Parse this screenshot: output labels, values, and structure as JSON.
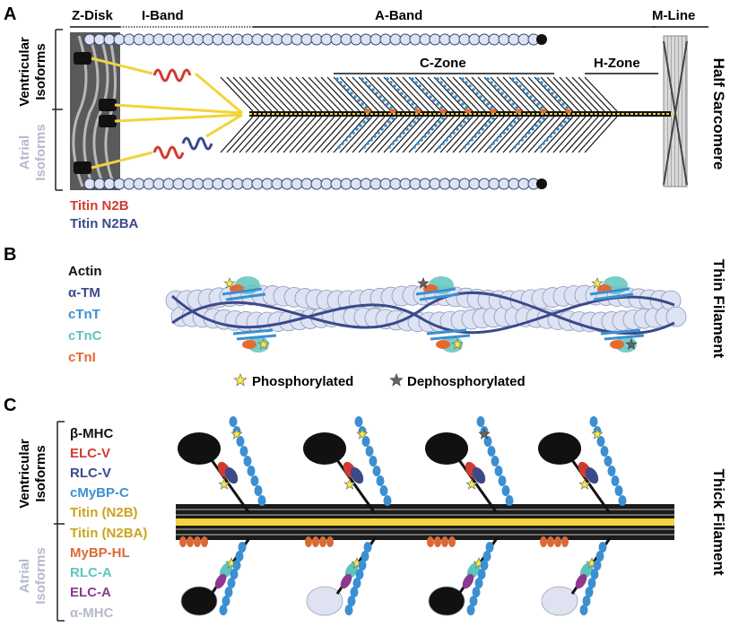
{
  "colors": {
    "actin": "#dde3f3",
    "actin_stroke": "#3a4470",
    "titin_n2b": "#d33a2f",
    "titin_n2ba": "#3b4a8a",
    "titin_yellow": "#f2d33a",
    "ctnt": "#3c8fd1",
    "ctnc": "#5fc5bc",
    "ctni": "#e8692f",
    "elc_a": "#8b3a8e",
    "mybp_hl": "#d86a36",
    "atrial_grey": "#b4b9cc",
    "alpha_mhc": "#dfe3f1",
    "phos": "#f7ef35",
    "dephos": "#666666"
  },
  "panel_a": {
    "letter": "A",
    "bands": {
      "z_disk": "Z-Disk",
      "i_band": "I-Band",
      "a_band": "A-Band",
      "m_line": "M-Line",
      "c_zone": "C-Zone",
      "h_zone": "H-Zone"
    },
    "side_label": "Half Sarcomere",
    "ventricular": [
      "Ventricular",
      "Isoforms"
    ],
    "atrial": [
      "Atrial",
      "Isoforms"
    ],
    "legend": [
      {
        "text": "Titin N2B",
        "color_key": "titin_n2b"
      },
      {
        "text": "Titin N2BA",
        "color_key": "titin_n2ba"
      }
    ]
  },
  "panel_b": {
    "letter": "B",
    "side_label": "Thin Filament",
    "legend": [
      {
        "text": "Actin",
        "color_key": "black"
      },
      {
        "text": "α-TM",
        "color_key": "titin_n2ba"
      },
      {
        "text": "cTnT",
        "color_key": "ctnt"
      },
      {
        "text": "cTnC",
        "color_key": "ctnc"
      },
      {
        "text": "cTnI",
        "color_key": "ctni"
      }
    ],
    "phosphorylated": "Phosphorylated",
    "dephosphorylated": "Dephosphorylated"
  },
  "panel_c": {
    "letter": "C",
    "side_label": "Thick Filament",
    "ventricular": [
      "Ventricular",
      "Isoforms"
    ],
    "atrial": [
      "Atrial",
      "Isoforms"
    ],
    "legend": [
      {
        "text": "β-MHC",
        "color_key": "black"
      },
      {
        "text": "ELC-V",
        "color_key": "titin_n2b"
      },
      {
        "text": "RLC-V",
        "color_key": "titin_n2ba"
      },
      {
        "text": "cMyBP-C",
        "color_key": "ctnt"
      },
      {
        "text": "Titin (N2B)",
        "color_key": "titin_yellow"
      },
      {
        "text": "Titin (N2BA)",
        "color_key": "titin_yellow"
      },
      {
        "text": "MyBP-HL",
        "color_key": "mybp_hl"
      },
      {
        "text": "RLC-A",
        "color_key": "ctnc"
      },
      {
        "text": "ELC-A",
        "color_key": "elc_a"
      },
      {
        "text": "α-MHC",
        "color_key": "atrial_grey"
      }
    ]
  }
}
